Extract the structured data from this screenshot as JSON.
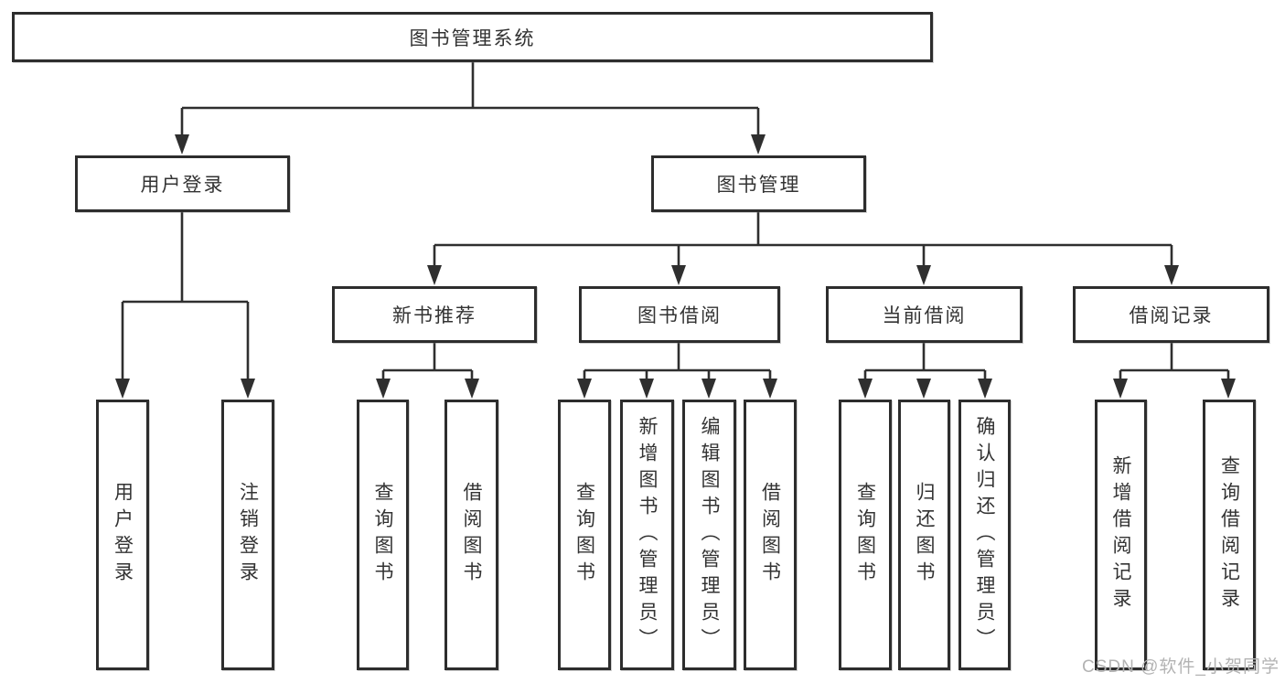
{
  "diagram": {
    "root": {
      "label": "图书管理系统"
    },
    "level2": {
      "user_login": {
        "label": "用户登录"
      },
      "book_mgmt": {
        "label": "图书管理"
      }
    },
    "level3": {
      "new_books": {
        "label": "新书推荐"
      },
      "book_borrow": {
        "label": "图书借阅"
      },
      "current_borrow": {
        "label": "当前借阅"
      },
      "borrow_records": {
        "label": "借阅记录"
      }
    },
    "leaves": {
      "ul_login": {
        "label": "用户登录"
      },
      "ul_logout": {
        "label": "注销登录"
      },
      "nb_query": {
        "label": "查询图书"
      },
      "nb_borrow": {
        "label": "借阅图书"
      },
      "bb_query": {
        "label": "查询图书"
      },
      "bb_add": {
        "label": "新增图书（管理员）"
      },
      "bb_edit": {
        "label": "编辑图书（管理员）"
      },
      "bb_borrow": {
        "label": "借阅图书"
      },
      "cb_query": {
        "label": "查询图书"
      },
      "cb_return": {
        "label": "归还图书"
      },
      "cb_confirm": {
        "label": "确认归还（管理员）"
      },
      "br_add": {
        "label": "新增借阅记录"
      },
      "br_query": {
        "label": "查询借阅记录"
      }
    }
  },
  "watermark": {
    "text": "CSDN @软件_小贺同学"
  },
  "colors": {
    "line": "#2f2f2f",
    "box_border": "#2d2d2d",
    "text": "#333333",
    "watermark_text": "#b3b3b3",
    "background": "#ffffff"
  }
}
